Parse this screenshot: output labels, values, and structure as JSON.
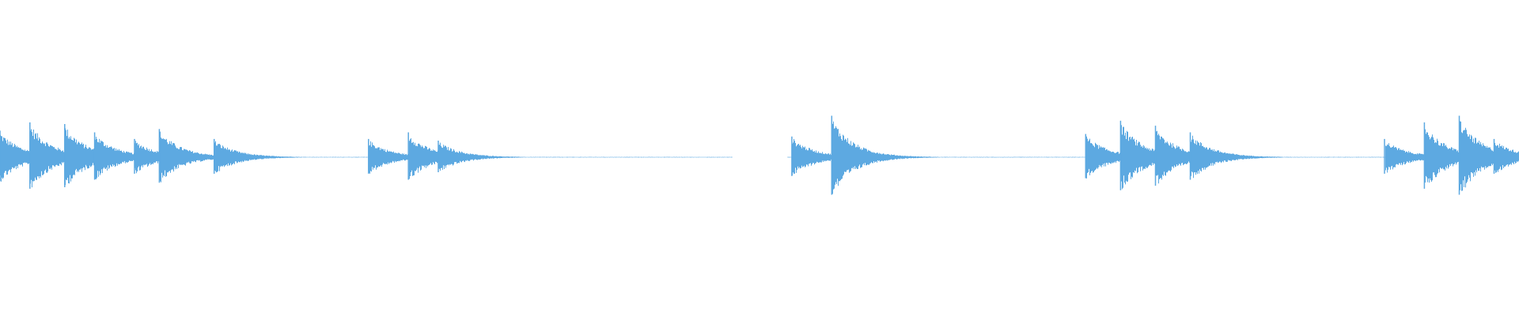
{
  "waveform": {
    "color": "#5DA9E1",
    "background": "#ffffff",
    "note_onsets_seconds": [
      0.0,
      0.6,
      1.3,
      1.9,
      2.7,
      3.2,
      4.3,
      7.4,
      8.2,
      8.8,
      15.9,
      16.7,
      21.8,
      22.5,
      23.2,
      23.9,
      27.8,
      28.6,
      29.3,
      30.0
    ],
    "note_peak_amplitudes": [
      0.32,
      0.42,
      0.4,
      0.3,
      0.22,
      0.34,
      0.22,
      0.22,
      0.3,
      0.2,
      0.25,
      0.5,
      0.28,
      0.44,
      0.38,
      0.3,
      0.22,
      0.42,
      0.5,
      0.22
    ],
    "silent_regions_seconds": [
      [
        14.7,
        15.8
      ]
    ],
    "duration_seconds": 30.5
  }
}
